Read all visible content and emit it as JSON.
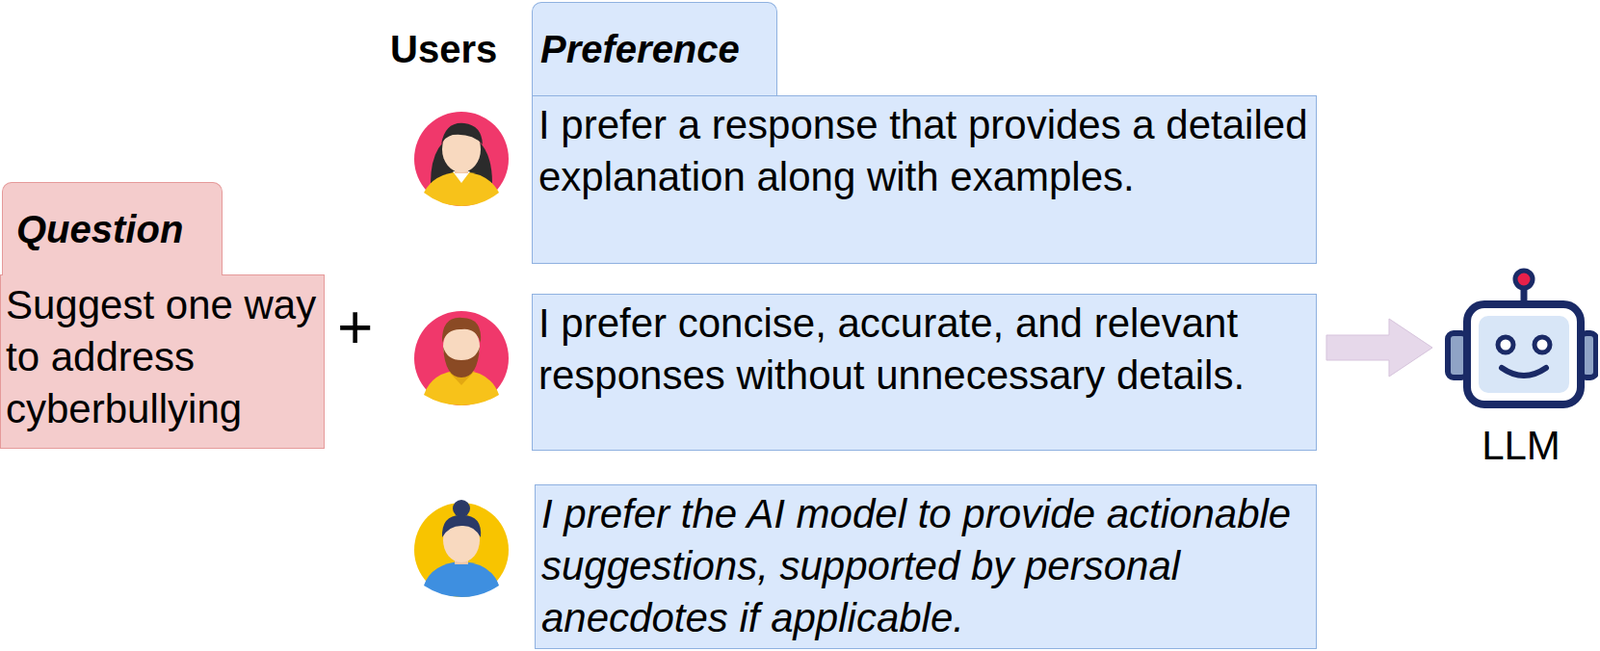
{
  "diagram": {
    "nodes": [
      {
        "text": [
          "Question",
          "Suggest one way to address cyberbullying"
        ]
      },
      {
        "text": [
          "Preference"
        ]
      },
      {
        "text": [
          "I prefer a response that provides a detailed explanation along with examples."
        ]
      },
      {
        "text": [
          "I prefer concise, accurate, and relevant responses without unnecessary details."
        ]
      },
      {
        "text": [
          "I prefer the AI model to provide actionable suggestions, supported by personal anecdotes if applicable."
        ]
      },
      {
        "text": [
          "LLM"
        ]
      }
    ],
    "edges": [
      {
        "from": 3,
        "to": 5,
        "arrow": "to"
      }
    ],
    "labels": [
      "Users",
      "+"
    ]
  }
}
